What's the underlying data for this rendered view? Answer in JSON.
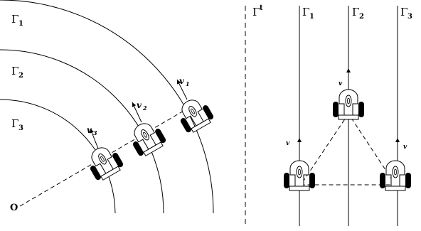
{
  "left_panel": {
    "origin_label": "O",
    "paths": [
      {
        "symbol": "Γ",
        "sub": "1"
      },
      {
        "symbol": "Γ",
        "sub": "2"
      },
      {
        "symbol": "Γ",
        "sub": "3"
      }
    ],
    "velocities": [
      {
        "symbol": "v",
        "sub": "1"
      },
      {
        "symbol": "v",
        "sub": "2"
      },
      {
        "symbol": "v",
        "sub": "3"
      }
    ]
  },
  "right_panel": {
    "target_label": {
      "symbol": "Γ",
      "sup": "t"
    },
    "paths": [
      {
        "symbol": "Γ",
        "sub": "1"
      },
      {
        "symbol": "Γ",
        "sub": "2"
      },
      {
        "symbol": "Γ",
        "sub": "3"
      }
    ],
    "velocity_label": "v"
  }
}
